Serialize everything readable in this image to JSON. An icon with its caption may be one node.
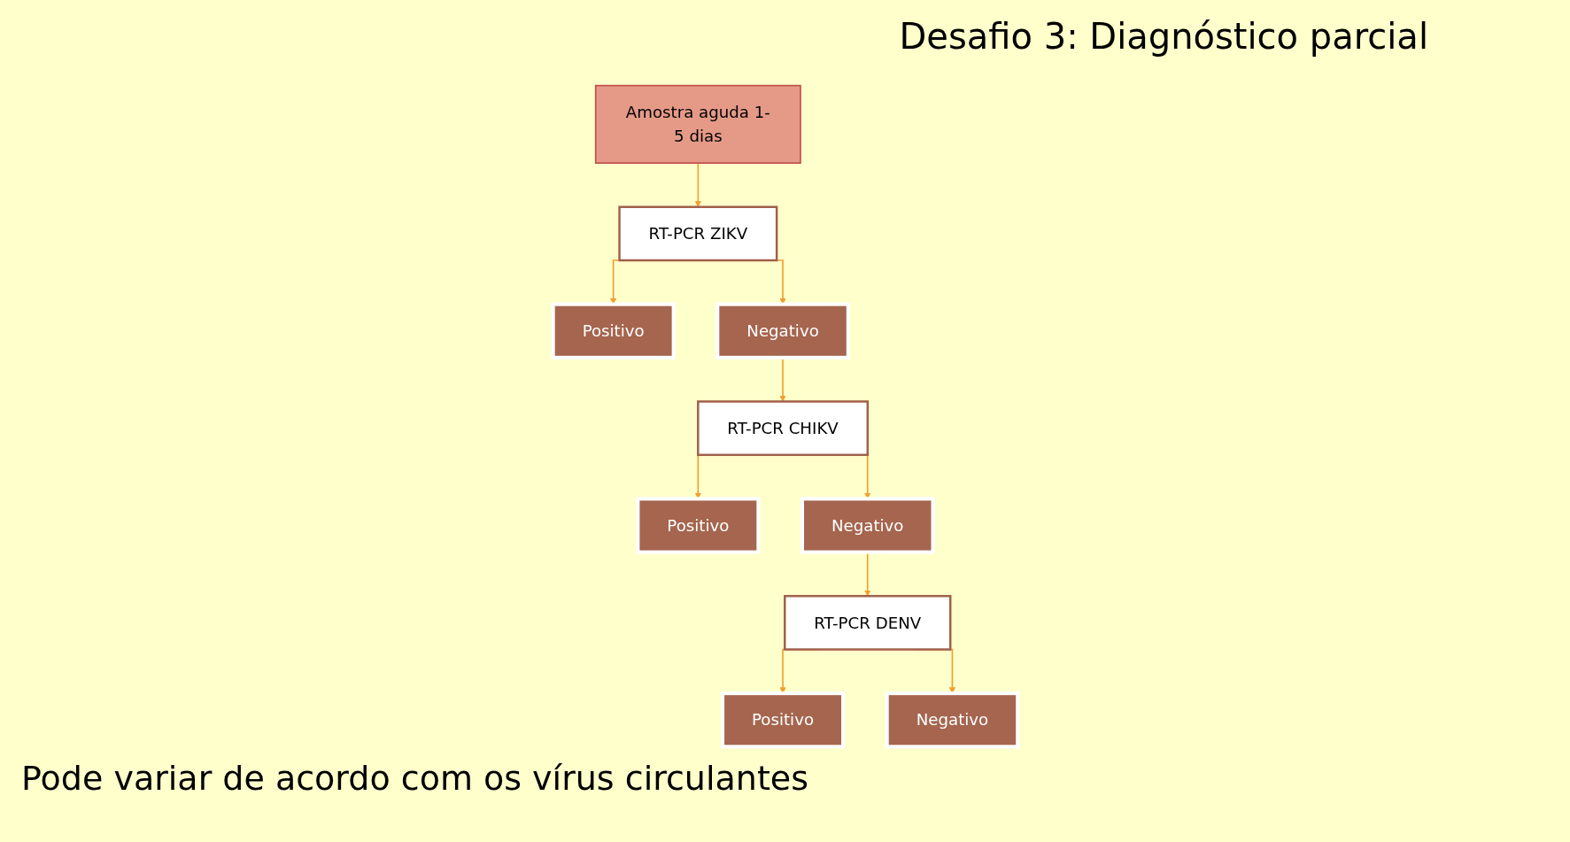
{
  "diagram": {
    "title": "Desafio 3: Diagnóstico parcial",
    "nodes": [
      {
        "text": [
          "Amostra aguda 1-5 dias"
        ]
      },
      {
        "text": [
          "RT-PCR ZIKV"
        ]
      },
      {
        "text": [
          "Positivo"
        ]
      },
      {
        "text": [
          "Negativo"
        ]
      },
      {
        "text": [
          "RT-PCR CHIKV"
        ]
      },
      {
        "text": [
          "Positivo"
        ]
      },
      {
        "text": [
          "Negativo"
        ]
      },
      {
        "text": [
          "RT-PCR DENV"
        ]
      },
      {
        "text": [
          "Positivo"
        ]
      },
      {
        "text": [
          "Negativo"
        ]
      }
    ],
    "edges": [
      {
        "from": 0,
        "to": 1,
        "arrow": "to"
      },
      {
        "from": 1,
        "to": 2,
        "arrow": "to"
      },
      {
        "from": 1,
        "to": 3,
        "arrow": "to"
      },
      {
        "from": 3,
        "to": 4,
        "arrow": "to"
      },
      {
        "from": 4,
        "to": 5,
        "arrow": "to"
      },
      {
        "from": 4,
        "to": 6,
        "arrow": "to"
      },
      {
        "from": 6,
        "to": 7,
        "arrow": "to"
      },
      {
        "from": 7,
        "to": 8,
        "arrow": "to"
      },
      {
        "from": 7,
        "to": 9,
        "arrow": "to"
      }
    ],
    "labels": [
      "Pode variar de acordo com os vírus circulantes"
    ]
  }
}
